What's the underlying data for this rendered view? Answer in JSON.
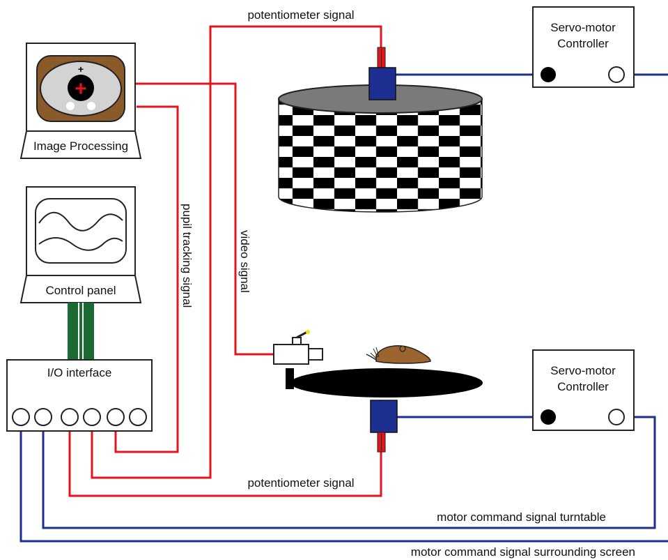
{
  "labels": {
    "potentiometer_top": "potentiometer signal",
    "potentiometer_bottom": "potentiometer signal",
    "pupil_tracking": "pupil tracking signal",
    "video": "video signal",
    "motor_turntable": "motor command signal turntable",
    "motor_screen": "motor command signal surrounding screen"
  },
  "devices": {
    "image_processing": "Image Processing",
    "control_panel": "Control panel",
    "io_interface": "I/O interface",
    "servo_top_line1": "Servo-motor",
    "servo_top_line2": "Controller",
    "servo_bottom_line1": "Servo-motor",
    "servo_bottom_line2": "Controller",
    "eye_plus_small": "+",
    "eye_plus_big": "+"
  },
  "colors": {
    "signal_red": "#e3141c",
    "motor_blue": "#1c2e8f",
    "cable_green": "#1a6b32",
    "eye_brown": "#8a5a2b",
    "mouse_brown": "#9c6530"
  }
}
